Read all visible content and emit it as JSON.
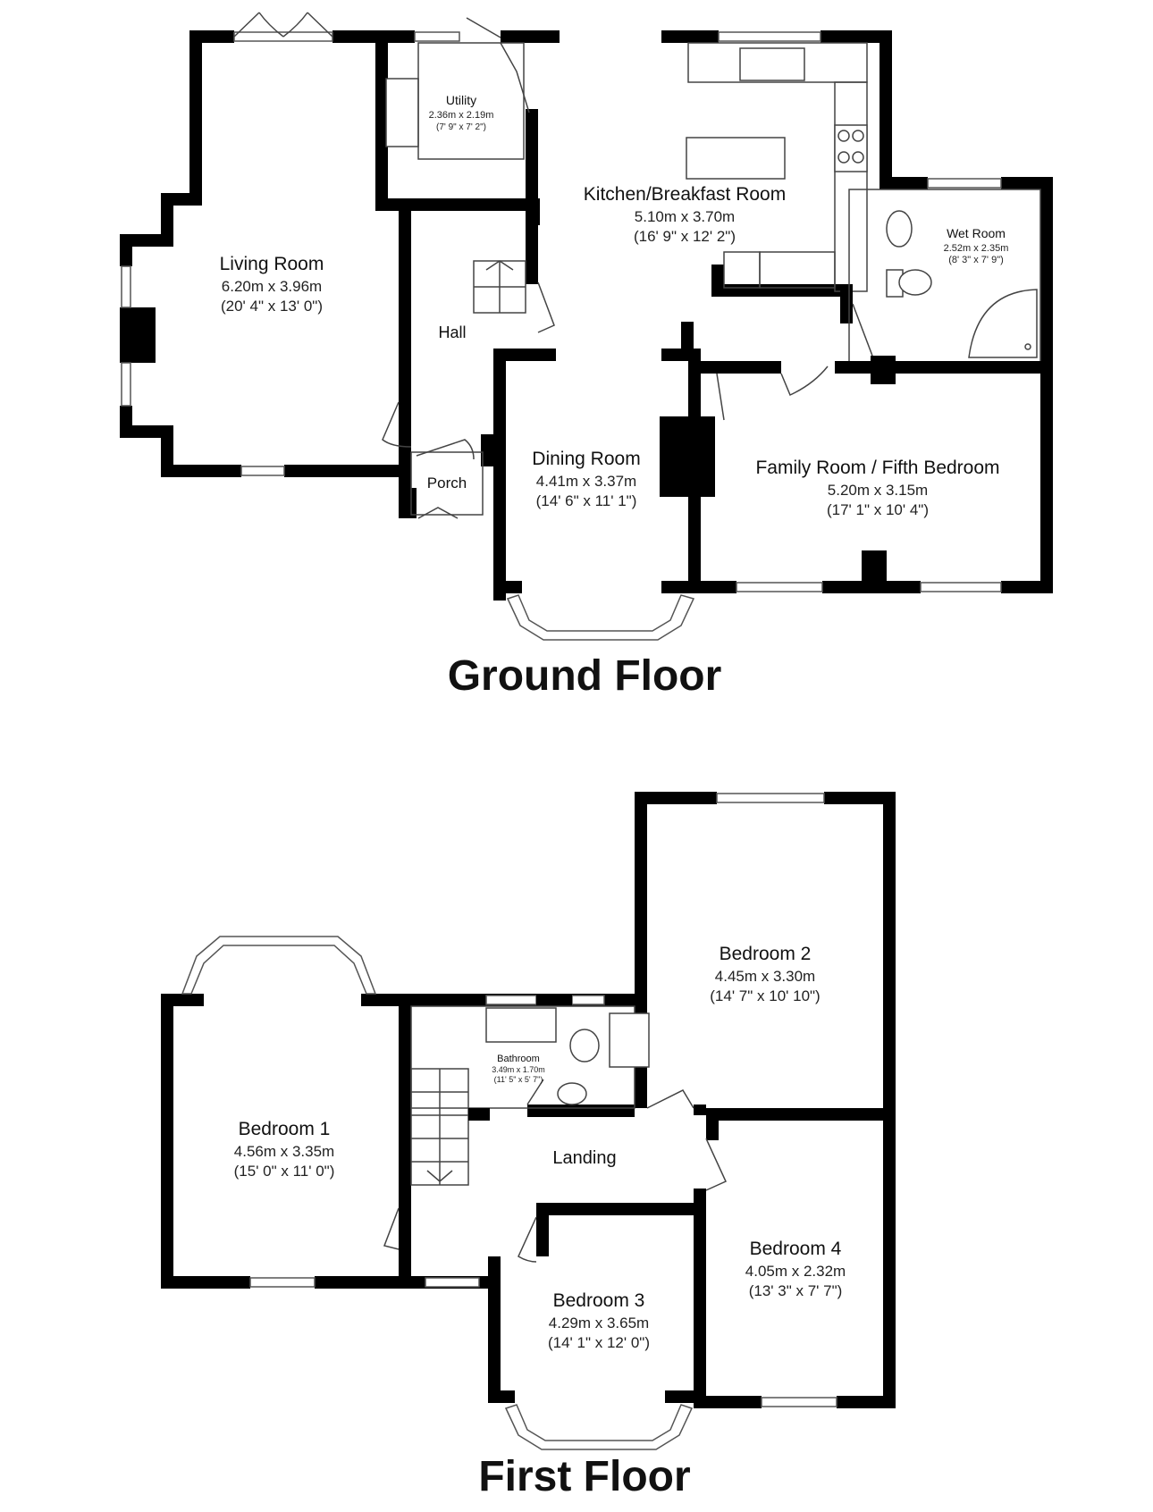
{
  "ground_floor": {
    "title": "Ground Floor",
    "rooms": {
      "utility": {
        "name": "Utility",
        "metric": "2.36m x 2.19m",
        "imperial": "(7' 9\" x 7' 2\")"
      },
      "kitchen": {
        "name": "Kitchen/Breakfast Room",
        "metric": "5.10m x 3.70m",
        "imperial": "(16' 9\" x 12' 2\")"
      },
      "wet_room": {
        "name": "Wet Room",
        "metric": "2.52m x 2.35m",
        "imperial": "(8' 3\" x 7' 9\")"
      },
      "living_room": {
        "name": "Living Room",
        "metric": "6.20m x 3.96m",
        "imperial": "(20' 4\" x 13' 0\")"
      },
      "hall": {
        "name": "Hall"
      },
      "porch": {
        "name": "Porch"
      },
      "dining_room": {
        "name": "Dining Room",
        "metric": "4.41m x 3.37m",
        "imperial": "(14' 6\" x 11' 1\")"
      },
      "family_room": {
        "name": "Family Room / Fifth Bedroom",
        "metric": "5.20m x 3.15m",
        "imperial": "(17' 1\" x 10' 4\")"
      }
    }
  },
  "first_floor": {
    "title": "First Floor",
    "rooms": {
      "bedroom_1": {
        "name": "Bedroom 1",
        "metric": "4.56m x 3.35m",
        "imperial": "(15' 0\" x 11' 0\")"
      },
      "bedroom_2": {
        "name": "Bedroom 2",
        "metric": "4.45m x 3.30m",
        "imperial": "(14' 7\" x 10' 10\")"
      },
      "bathroom": {
        "name": "Bathroom",
        "metric": "3.49m x 1.70m",
        "imperial": "(11' 5\" x 5' 7\")"
      },
      "landing": {
        "name": "Landing"
      },
      "bedroom_3": {
        "name": "Bedroom 3",
        "metric": "4.29m x 3.65m",
        "imperial": "(14' 1\" x 12' 0\")"
      },
      "bedroom_4": {
        "name": "Bedroom 4",
        "metric": "4.05m x 2.32m",
        "imperial": "(13' 3\" x 7' 7\")"
      }
    }
  }
}
